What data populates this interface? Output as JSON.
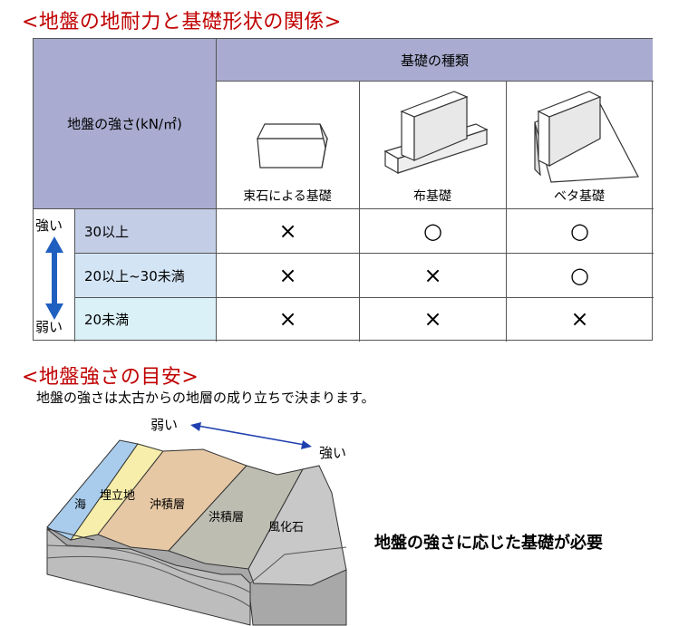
{
  "titles": {
    "table_title": "<地盤の地耐力と基礎形状の関係>",
    "guide_title": "<地盤強さの目安>"
  },
  "table": {
    "strength_header": "地盤の強さ(kN/㎡)",
    "foundation_header": "基礎の種類",
    "foundations": [
      "束石による基礎",
      "布基礎",
      "ベタ基礎"
    ],
    "strength_high": "強い",
    "strength_low": "弱い",
    "rows": [
      {
        "label": "30以上",
        "marks": [
          "×",
          "○",
          "○"
        ]
      },
      {
        "label": "20以上~30未満",
        "marks": [
          "×",
          "×",
          "○"
        ]
      },
      {
        "label": "20未満",
        "marks": [
          "×",
          "×",
          "×"
        ]
      }
    ],
    "colors": {
      "header": "#a9acd0",
      "row1": "#c3cde6",
      "row2": "#d3e4f5",
      "row3": "#daf1f7",
      "arrow": "#1f5fbf"
    }
  },
  "guide": {
    "description": "地盤の強さは太古からの地層の成り立ちで決まります。",
    "scale_weak": "弱い",
    "scale_strong": "強い",
    "layers": [
      "海",
      "埋立地",
      "沖積層",
      "洪積層",
      "風化石"
    ],
    "conclusion": "地盤の強さに応じた基礎が必要",
    "colors": {
      "sea": "#a9ccec",
      "landfill": "#f6eeaa",
      "alluvium": "#e6c8a4",
      "diluvium": "#bdbdb2",
      "weathered_rock": "#c8c8c8",
      "scale_arrow": "#2040b0"
    }
  }
}
